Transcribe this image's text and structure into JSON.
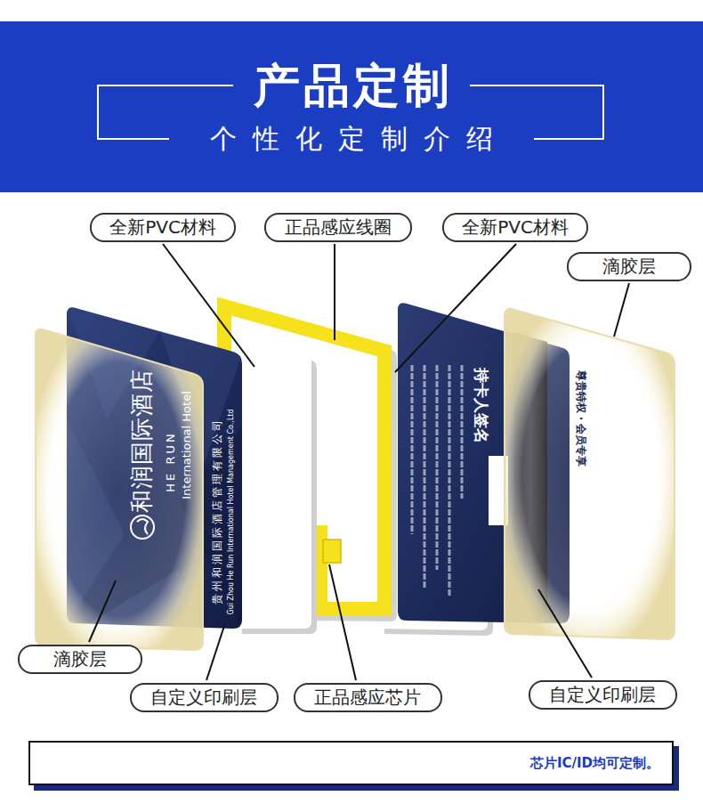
{
  "diagram": {
    "title": "产品定制",
    "nodes": [
      {
        "text": [
          "全新PVC材料"
        ]
      },
      {
        "text": [
          "正品感应线圈"
        ]
      },
      {
        "text": [
          "全新PVC材料"
        ]
      },
      {
        "text": [
          "滴胶层"
        ]
      },
      {
        "text": [
          "滴胶层"
        ]
      },
      {
        "text": [
          "自定义印刷层"
        ]
      },
      {
        "text": [
          "正品感应芯片"
        ]
      },
      {
        "text": [
          "自定义印刷层"
        ]
      },
      {
        "text": [
          "芯片IC/ID均可定制。"
        ]
      }
    ],
    "labels": [
      "个性化定制介绍",
      "和润国际酒店",
      "HE RUN",
      "International Hotel",
      "贵州和润国际酒店管理有限公司",
      "Gui Zhou He Run International Hotel Management Co.,Ltd",
      "持卡人签名",
      "尊贵特权 · 会员专享"
    ]
  }
}
